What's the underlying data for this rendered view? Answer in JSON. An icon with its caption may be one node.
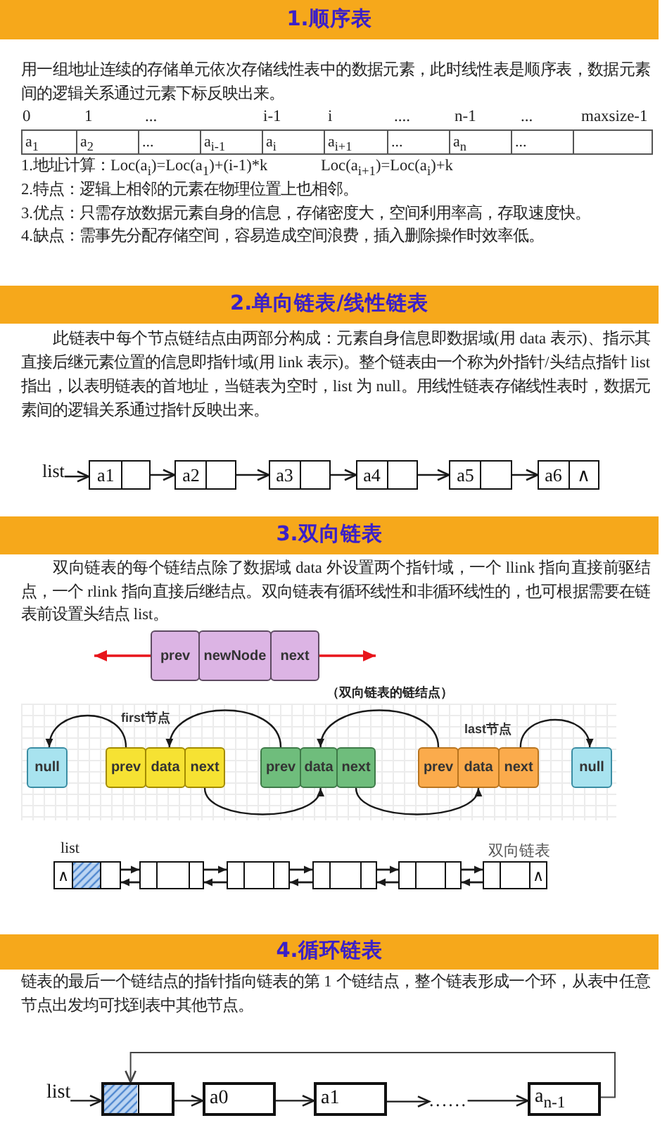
{
  "diagram": {
    "nodes": [
      {
        "text": [
          "1.顺序表"
        ]
      },
      {
        "text": [
          "2.单向链表/线性链表"
        ]
      },
      {
        "text": [
          "list"
        ]
      },
      {
        "text": [
          "a1"
        ]
      },
      {
        "text": [
          "a2"
        ]
      },
      {
        "text": [
          "a3"
        ]
      },
      {
        "text": [
          "a4"
        ]
      },
      {
        "text": [
          "a5"
        ]
      },
      {
        "text": [
          "a6",
          "∧"
        ]
      },
      {
        "text": [
          "3.双向链表"
        ]
      },
      {
        "text": [
          "prev"
        ]
      },
      {
        "text": [
          "newNode"
        ]
      },
      {
        "text": [
          "next"
        ]
      },
      {
        "text": [
          "null"
        ]
      },
      {
        "text": [
          "prev"
        ]
      },
      {
        "text": [
          "data"
        ]
      },
      {
        "text": [
          "next"
        ]
      },
      {
        "text": [
          "prev"
        ]
      },
      {
        "text": [
          "data"
        ]
      },
      {
        "text": [
          "next"
        ]
      },
      {
        "text": [
          "prev"
        ]
      },
      {
        "text": [
          "data"
        ]
      },
      {
        "text": [
          "next"
        ]
      },
      {
        "text": [
          "null"
        ]
      },
      {
        "text": [
          "∧"
        ],
        "beside": [
          "list"
        ]
      },
      {
        "text": [],
        "shape": "box"
      },
      {
        "text": [],
        "shape": "box"
      },
      {
        "text": [],
        "shape": "box"
      },
      {
        "text": [],
        "shape": "box"
      },
      {
        "text": [
          "∧"
        ]
      },
      {
        "text": [
          "4.循环链表"
        ]
      },
      {
        "text": [
          "list"
        ]
      },
      {
        "text": [],
        "shape": "box"
      },
      {
        "text": [
          "a0"
        ]
      },
      {
        "text": [
          "a1"
        ]
      },
      {
        "text": [
          "......"
        ]
      },
      {
        "text": [
          "a$_{n-1}$"
        ]
      }
    ],
    "edges": [
      {
        "from": 2,
        "to": 3,
        "arrow": "to"
      },
      {
        "from": 3,
        "to": 4,
        "arrow": "to"
      },
      {
        "from": 4,
        "to": 5,
        "arrow": "to"
      },
      {
        "from": 5,
        "to": 6,
        "arrow": "to"
      },
      {
        "from": 6,
        "to": 7,
        "arrow": "to"
      },
      {
        "from": 7,
        "to": 8,
        "arrow": "to"
      },
      {
        "from": 10,
        "to": null,
        "arrow": "to",
        "color": "#e8141b"
      },
      {
        "from": 12,
        "to": null,
        "arrow": "to",
        "color": "#e8141b"
      },
      {
        "from": 14,
        "to": 13,
        "arrow": "to"
      },
      {
        "from": 17,
        "to": 15,
        "arrow": "to"
      },
      {
        "from": 16,
        "to": 18,
        "arrow": "to"
      },
      {
        "from": 20,
        "to": 18,
        "arrow": "to"
      },
      {
        "from": 19,
        "to": 21,
        "arrow": "to"
      },
      {
        "from": 22,
        "to": 23,
        "arrow": "to"
      },
      {
        "from": 24,
        "to": 25,
        "arrow": "to"
      },
      {
        "from": 25,
        "to": 24,
        "arrow": "to"
      },
      {
        "from": 25,
        "to": 26,
        "arrow": "to"
      },
      {
        "from": 26,
        "to": 25,
        "arrow": "to"
      },
      {
        "from": 26,
        "to": 27,
        "arrow": "to"
      },
      {
        "from": 27,
        "to": 26,
        "arrow": "to"
      },
      {
        "from": 27,
        "to": 28,
        "arrow": "to"
      },
      {
        "from": 28,
        "to": 27,
        "arrow": "to"
      },
      {
        "from": 28,
        "to": 29,
        "arrow": "to"
      },
      {
        "from": 29,
        "to": 28,
        "arrow": "to"
      },
      {
        "from": 31,
        "to": 32,
        "arrow": "to"
      },
      {
        "from": 32,
        "to": 33,
        "arrow": "to"
      },
      {
        "from": 33,
        "to": 34,
        "arrow": "to"
      },
      {
        "from": 34,
        "to": 35,
        "arrow": "to"
      },
      {
        "from": 35,
        "to": 36,
        "arrow": "to"
      },
      {
        "from": 36,
        "to": 32,
        "arrow": "to"
      }
    ],
    "labels": [
      "用一组地址连续的存储单元依次存储线性表中的数据元素，此时线性表是顺序表，数据元素间的逻辑关系通过元素下标反映出来。",
      "0",
      "1",
      "...",
      "i-1",
      "i",
      "....",
      "n-1",
      "...",
      "maxsize-1",
      "a$_{1}$",
      "a$_{2}$",
      "...",
      "a$_{i-1}$",
      "a$_{i}$",
      "a$_{i+1}$",
      "...",
      "a$_{n}$",
      "...",
      "1.地址计算：Loc(a$_{i}$)=Loc(a$_{1}$)+(i-1)*k",
      "Loc(a$_{i+1}$)=Loc(a$_{i}$)+k",
      "2.特点：逻辑上相邻的元素在物理位置上也相邻。",
      "3.优点：只需存放数据元素自身的信息，存储密度大，空间利用率高，存取速度快。",
      "4.缺点：需事先分配存储空间，容易造成空间浪费，插入删除操作时效率低。",
      "此链表中每个节点链结点由两部分构成：元素自身信息即数据域(用 data 表示)、指示其直接后继元素位置的信息即指针域(用 link 表示)。整个链表由一个称为外指针/头结点指针 list 指出，以表明链表的首地址，当链表为空时，list 为 null。用线性链表存储线性表时，数据元素间的逻辑关系通过指针反映出来。",
      "双向链表的每个链结点除了数据域 data 外设置两个指针域，一个 llink 指向直接前驱结点，一个 rlink 指向直接后继结点。双向链表有循环线性和非循环线性的，也可根据需要在链表前设置头结点 list。",
      "（双向链表的链结点）",
      "first节点",
      "last节点",
      "双向链表",
      "链表的最后一个链结点的指针指向链表的第 1 个链结点，整个链表形成一个环，从表中任意节点出发均可找到表中其他节点。"
    ]
  }
}
